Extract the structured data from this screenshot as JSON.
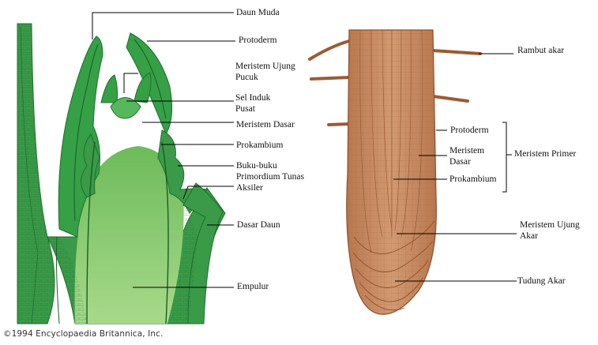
{
  "shoot_labels": {
    "daun_muda": "Daun Muda",
    "protoderm": "Protoderm",
    "meristem_ujung_pucuk_1": "Meristem Ujung",
    "meristem_ujung_pucuk_2": "Pucuk",
    "sel_induk_pusat_1": "Sel Induk",
    "sel_induk_pusat_2": "Pusat",
    "meristem_dasar": "Meristem Dasar",
    "prokambium": "Prokambium",
    "buku_1": "Buku-buku",
    "buku_2": "Primordium Tunas",
    "buku_3": "Aksiler",
    "dasar_daun": "Dasar Daun",
    "empulur": "Empulur"
  },
  "root_labels": {
    "rambut_akar": "Rambut akar",
    "protoderm": "Protoderm",
    "meristem_dasar_1": "Meristem",
    "meristem_dasar_2": "Dasar",
    "prokambium": "Prokambium",
    "meristem_primer": "Meristem Primer",
    "meristem_ujung_akar_1": "Meristem  Ujung",
    "meristem_ujung_akar_2": "Akar",
    "tudung_akar": "Tudung Akar"
  },
  "credit": "©1994 Encyclopaedia Britannica, Inc.",
  "colors": {
    "shoot_dark": "#2e8b3e",
    "shoot_light": "#7fc96a",
    "root_fill": "#c98b62",
    "root_lines": "#8c4f2c"
  }
}
